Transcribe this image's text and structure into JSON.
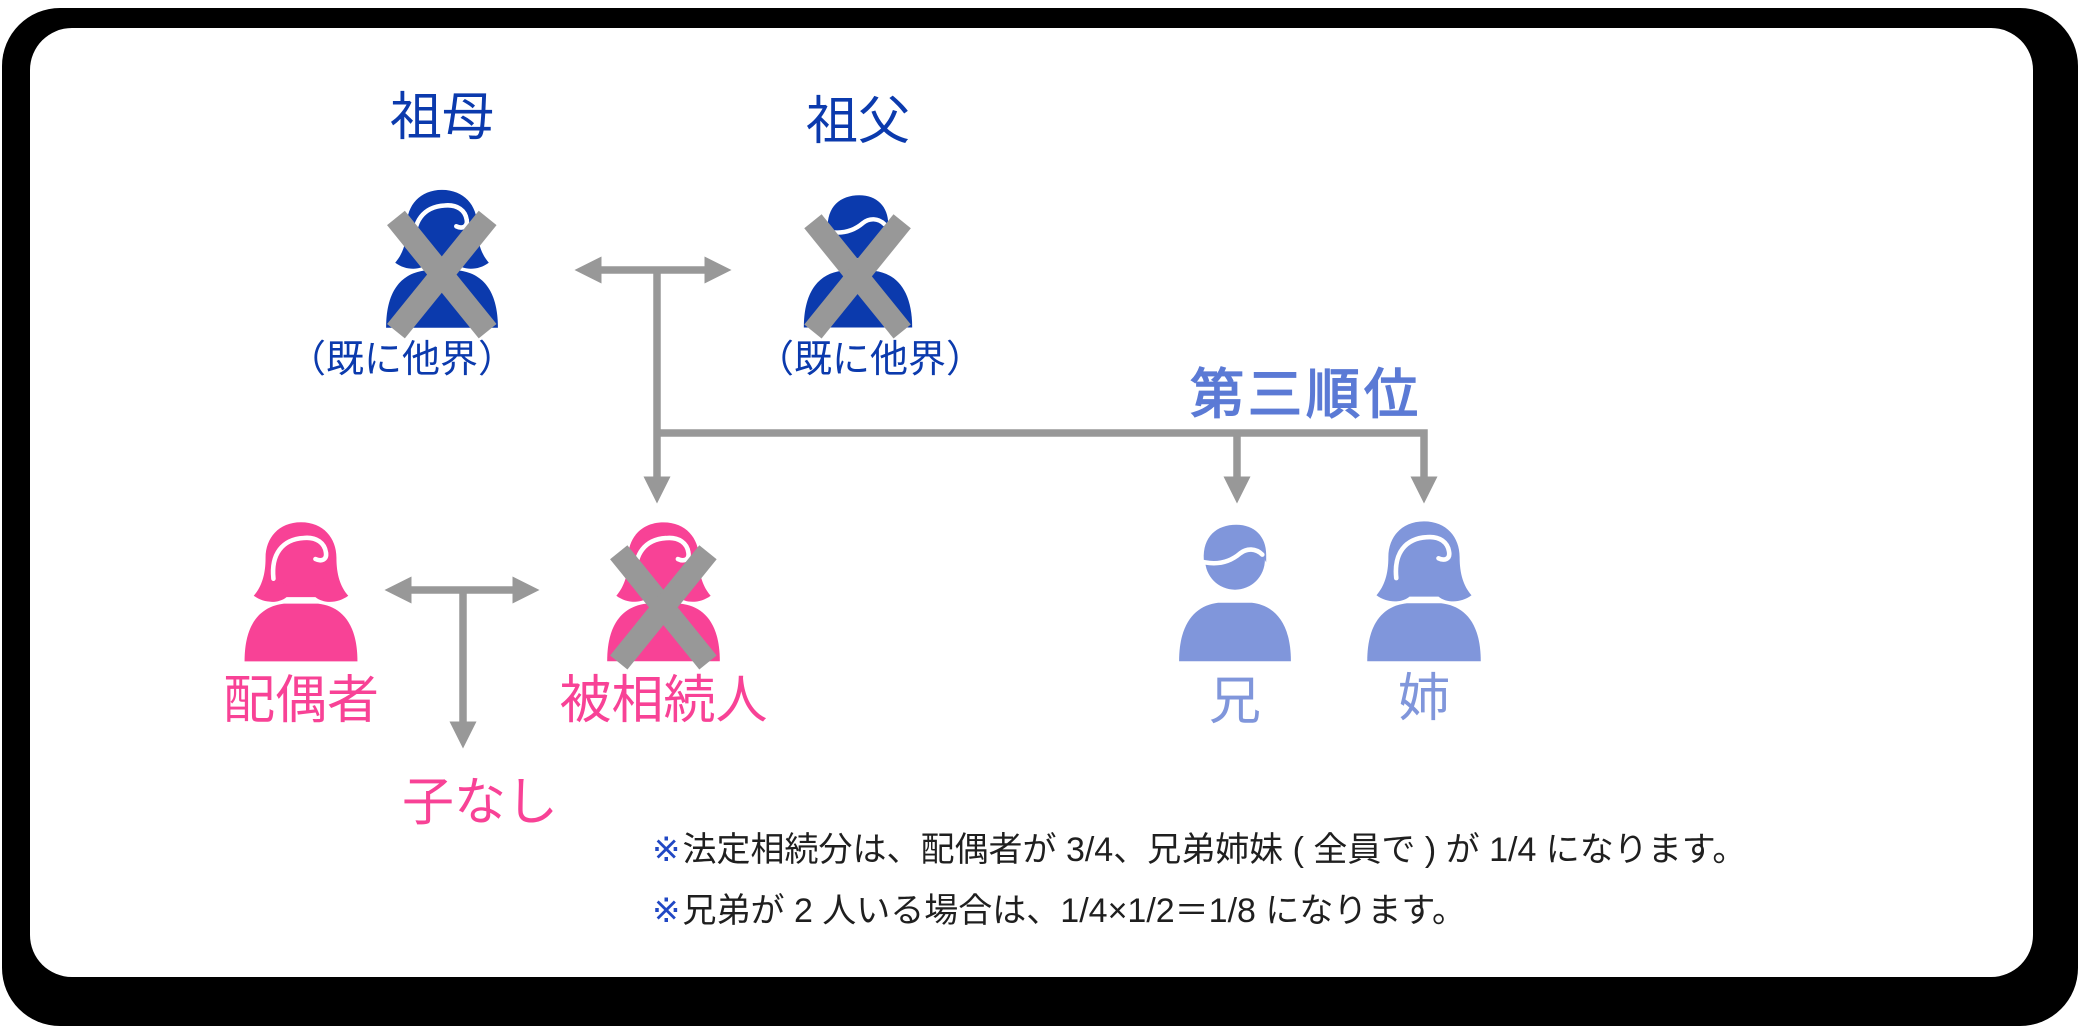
{
  "colors": {
    "blue": "#0b3aad",
    "pink": "#f84296",
    "periwinkle": "#8096db",
    "rank_text": "#5b7ad5",
    "connector_gray": "#989898",
    "note_text": "#1f1f1f",
    "note_marker_blue": "#2148c4",
    "frame_black": "#000000"
  },
  "people": {
    "grandmother": {
      "label": "祖母",
      "sub": "（既に他界）"
    },
    "grandfather": {
      "label": "祖父",
      "sub": "（既に他界）"
    },
    "spouse": {
      "label": "配偶者"
    },
    "decedent": {
      "label": "被相続人"
    },
    "brother": {
      "label": "兄"
    },
    "sister": {
      "label": "姉"
    }
  },
  "headings": {
    "rank": "第三順位",
    "no_children": "子なし"
  },
  "notes": [
    {
      "marker": "※",
      "text": "法定相続分は、配偶者が 3/4、兄弟姉妹 ( 全員で ) が 1/4 になります。"
    },
    {
      "marker": "※",
      "text": "兄弟が 2 人いる場合は、1/4×1/2＝1/8 になります。"
    }
  ],
  "icons": {
    "female": "female-person-icon",
    "male": "male-person-icon",
    "deceased": "deceased-cross-icon",
    "marriage": "double-arrow-icon",
    "descent": "down-arrow-icon"
  }
}
